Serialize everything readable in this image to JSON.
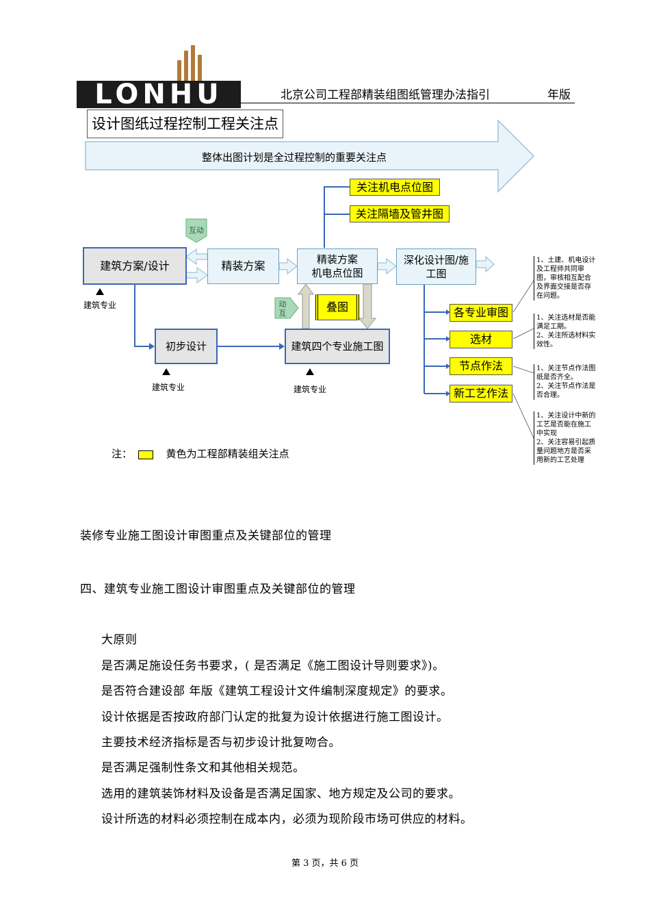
{
  "header": {
    "logo": "LONHU",
    "title": "北京公司工程部精装组图纸管理办法指引",
    "year_label": "年版"
  },
  "diagram": {
    "title": "设计图纸过程控制工程关注点",
    "banner": "整体出图计划是全过程控制的重要关注点",
    "boxes": {
      "arch_design": "建筑方案/设计",
      "finish_plan": "精装方案",
      "finish_mep_line1": "精装方案",
      "finish_mep_line2": "机电点位图",
      "detail_line1": "深化设计图/施",
      "detail_line2": "工图",
      "prelim": "初步设计",
      "four_specialty": "建筑四个专业施工图"
    },
    "yellow": {
      "mep_points": "关注机电点位图",
      "partition": "关注隔墙及管井图",
      "overlay": "叠图",
      "review": "各专业审图",
      "material": "选材",
      "joints": "节点作法",
      "new_process": "新工艺作法"
    },
    "tags": {
      "interact_top": "互动",
      "interact_left_1": "动",
      "interact_left_2": "互"
    },
    "specialty_label": "建筑专业",
    "notes": {
      "review": [
        "1、土建、机电设计",
        "及工程师共同审",
        "图，审核相互配合",
        "及界面交接是否存",
        "在问题。"
      ],
      "material": [
        "1、关注选材是否能",
        "满足工期。",
        "2、关注所选材料实",
        "效性。"
      ],
      "joints": [
        "1、关注节点作法图",
        "纸是否齐全。",
        "2、关注节点作法是",
        "否合理。"
      ],
      "new_process": [
        "1、关注设计中新的",
        "工艺是否能在施工",
        "中实现",
        "2、关注容易引起质",
        "量问题地方是否采",
        "用新的工艺处理"
      ]
    },
    "legend_prefix": "注：",
    "legend_text": "黄色为工程部精装组关注点"
  },
  "body": {
    "line1": "装修专业施工图设计审图重点及关键部位的管理",
    "section4": "四、建筑专业施工图设计审图重点及关键部位的管理",
    "principle": "大原则",
    "items": [
      "是否满足施设任务书要求，( 是否满足《施工图设计导则要求》)。",
      "是否符合建设部 年版《建筑工程设计文件编制深度规定》的要求。",
      "设计依据是否按政府部门认定的批复为设计依据进行施工图设计。",
      "主要技术经济指标是否与初步设计批复吻合。",
      "是否满足强制性条文和其他相关规范。",
      "选用的建筑装饰材料及设备是否满足国家、地方规定及公司的要求。",
      "设计所选的材料必须控制在成本内，必须为现阶段市场可供应的材料。"
    ]
  },
  "footer": {
    "page": "第 3 页，共 6 页"
  },
  "colors": {
    "highlight": "#ffff00",
    "box_border": "#3a67b8",
    "tag_green": "#a9d9b8",
    "arrow_fill": "#e9f4fa"
  }
}
